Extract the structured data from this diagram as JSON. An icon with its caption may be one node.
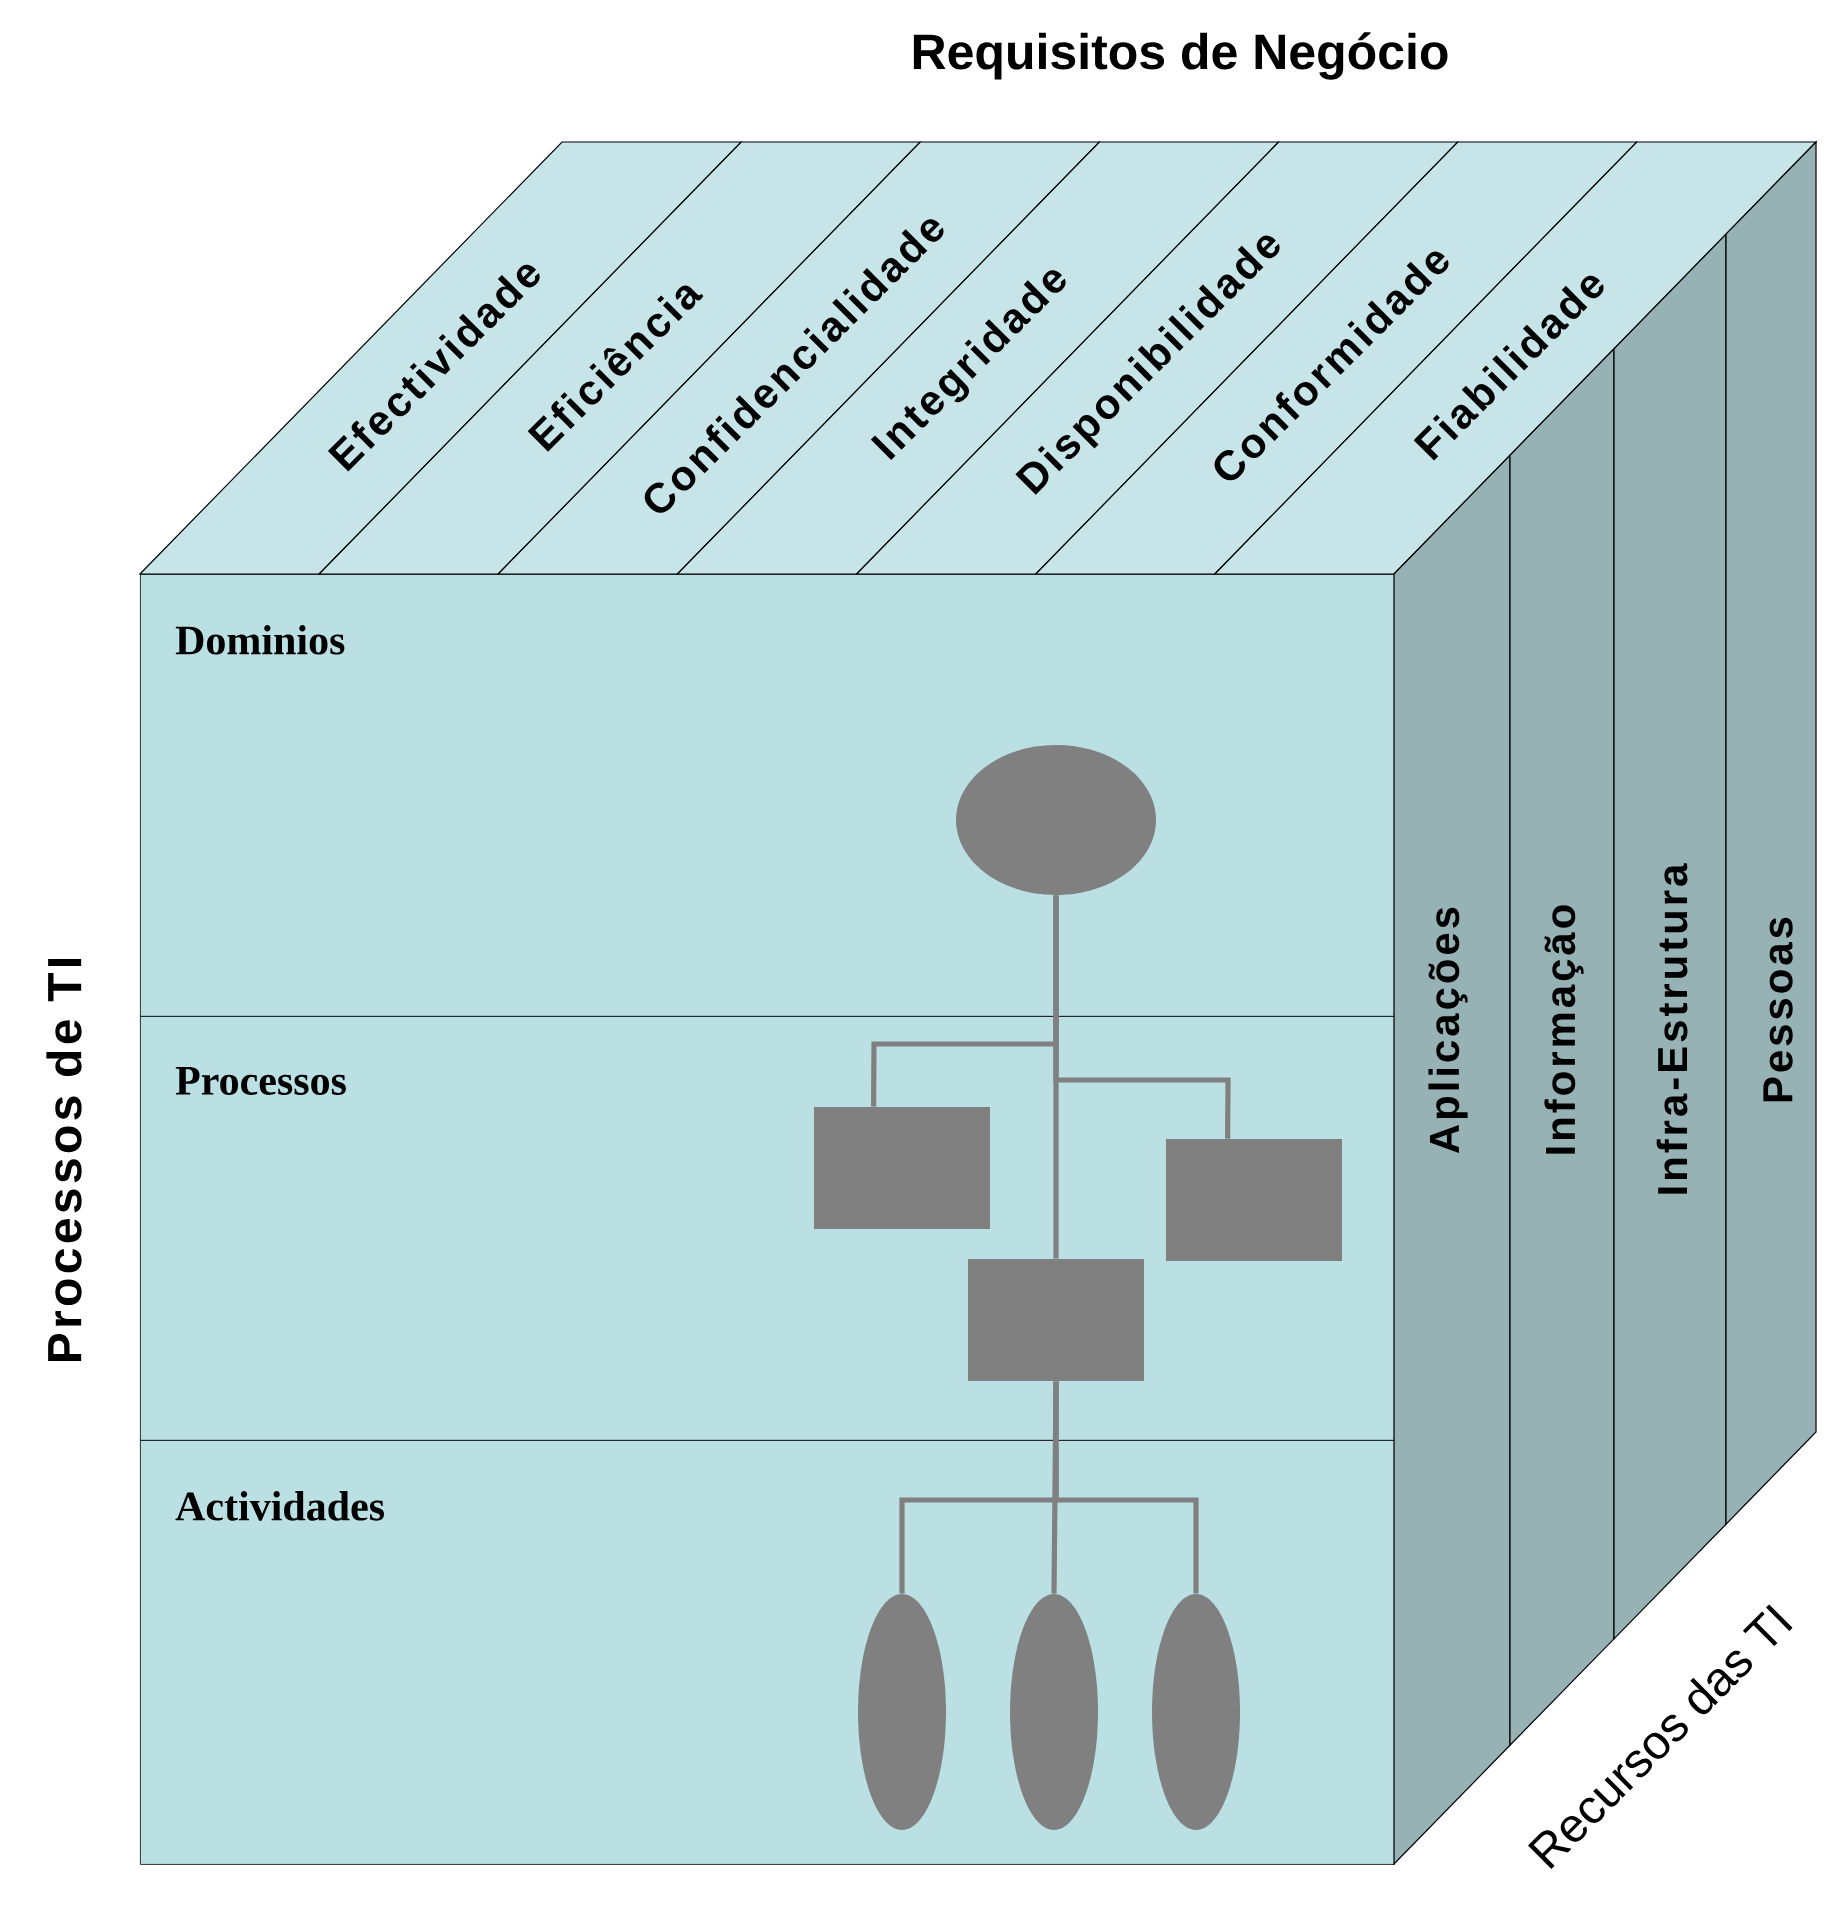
{
  "diagram": {
    "nodes": [
      {
        "text": [
          "Dominios"
        ]
      },
      {
        "text": [
          "Processos"
        ]
      },
      {
        "text": [
          "Actividades"
        ]
      },
      {
        "text": [
          "Efectividade"
        ]
      },
      {
        "text": [
          "Eficiência"
        ]
      },
      {
        "text": [
          "Confidencialidade"
        ]
      },
      {
        "text": [
          "Integridade"
        ]
      },
      {
        "text": [
          "Disponibilidade"
        ]
      },
      {
        "text": [
          "Conformidade"
        ]
      },
      {
        "text": [
          "Fiabilidade"
        ]
      },
      {
        "text": [
          "Aplicações"
        ]
      },
      {
        "text": [
          "Informação"
        ]
      },
      {
        "text": [
          "Infra-Estrutura"
        ]
      },
      {
        "text": [
          "Pessoas"
        ]
      },
      {
        "text": [],
        "shape": "circle",
        "in": 0
      },
      {
        "text": [],
        "shape": "box",
        "in": 1
      },
      {
        "text": [],
        "shape": "box",
        "in": 1
      },
      {
        "text": [],
        "shape": "box",
        "in": 1
      },
      {
        "text": [],
        "shape": "circle",
        "in": 2
      },
      {
        "text": [],
        "shape": "circle",
        "in": 2
      },
      {
        "text": [],
        "shape": "circle",
        "in": 2
      }
    ],
    "edges": [
      {
        "from": 14,
        "to": 15,
        "arrow": "none"
      },
      {
        "from": 14,
        "to": 16,
        "arrow": "none"
      },
      {
        "from": 14,
        "to": 17,
        "arrow": "none"
      },
      {
        "from": 16,
        "to": 18,
        "arrow": "none"
      },
      {
        "from": 16,
        "to": 19,
        "arrow": "none"
      },
      {
        "from": 16,
        "to": 20,
        "arrow": "none"
      }
    ],
    "labels": [
      "Requisitos de Negócio",
      "Processos de TI",
      "Recursos das TI"
    ]
  }
}
